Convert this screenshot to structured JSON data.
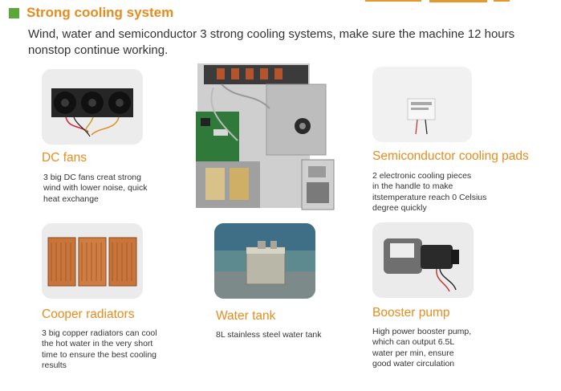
{
  "section": {
    "title": "Strong cooling system",
    "description": "Wind, water and semiconductor 3 strong cooling systems, make sure the machine 12 hours nonstop continue working."
  },
  "colors": {
    "accent": "#e68c1f",
    "marker": "#5aa839"
  },
  "features": [
    {
      "title": "DC fans",
      "text": [
        "3 big DC fans creat strong",
        "wind with lower noise, quick",
        "heat exchange"
      ]
    },
    {
      "title": "Semiconductor cooling pads",
      "text": [
        "2 electronic cooling pieces",
        "in the handle to make",
        "itstemperature reach 0 Celsius",
        "degree quickly"
      ]
    },
    {
      "title": "Cooper radiators",
      "text": [
        "3 big copper radiators can cool",
        "the hot water in the very short",
        "time to ensure the best cooling",
        "results"
      ]
    },
    {
      "title": "Water tank",
      "text": [
        "8L stainless steel water tank"
      ]
    },
    {
      "title": "Booster pump",
      "text": [
        "High power booster pump,",
        "which can output 6.5L",
        "water per min, ensure",
        "good water circulation"
      ]
    }
  ]
}
